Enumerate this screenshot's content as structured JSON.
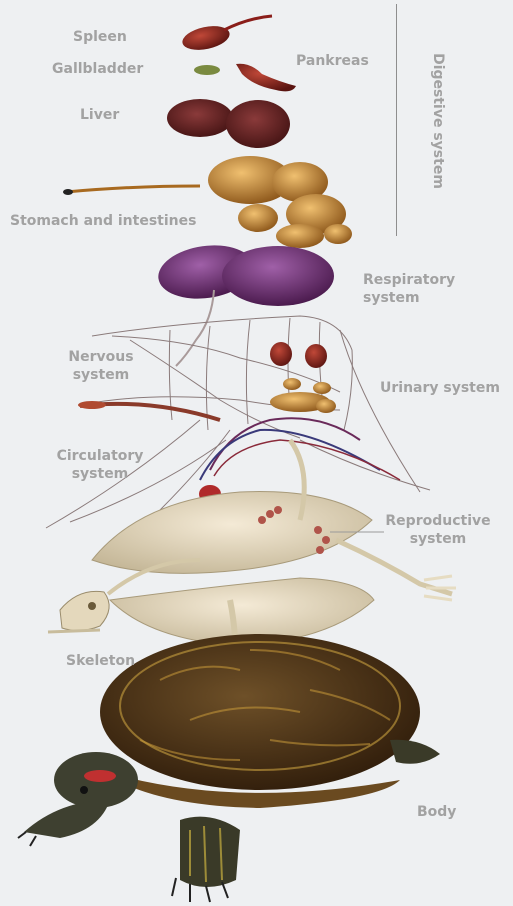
{
  "labels": {
    "spleen": "Spleen",
    "gallbladder": "Gallbladder",
    "pankreas": "Pankreas",
    "liver": "Liver",
    "stomach": "Stomach and intestines",
    "digestive": "Digestive system",
    "respiratory": "Respiratory system",
    "nervous": "Nervous\nsystem",
    "urinary": "Urinary system",
    "circulatory": "Circulatory\nsystem",
    "reproductive": "Reproductive\nsystem",
    "skeleton": "Skeleton",
    "body": "Body"
  },
  "colors": {
    "background": "#eef0f2",
    "label": "#a2a2a2",
    "organ_red": "#8a1e1a",
    "liver": "#5e1a1a",
    "intestines": "#b8782a",
    "lungs": "#6a2a6a",
    "bone": "#d8ccb0",
    "shell": "#4a3018"
  }
}
